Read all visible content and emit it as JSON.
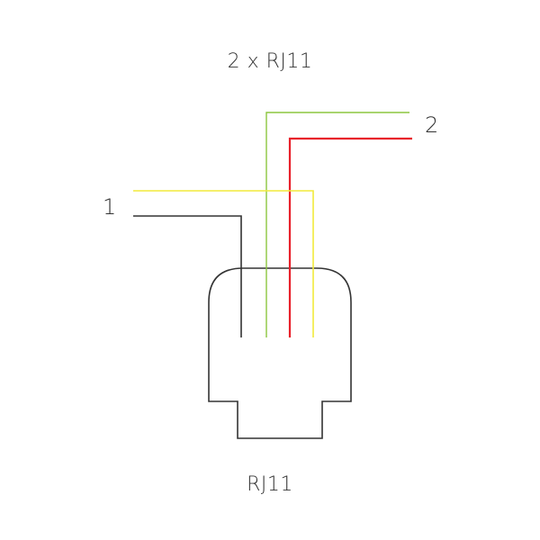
{
  "title": "2 x RJ11",
  "connector_label": "RJ11",
  "cable_labels": {
    "left": "1",
    "right": "2"
  },
  "colors": {
    "background": "#ffffff",
    "outline": "#333333",
    "black_wire": "#333333",
    "yellow_wire": "#f2ea3c",
    "green_wire": "#8cc63f",
    "red_wire": "#e8202a"
  }
}
